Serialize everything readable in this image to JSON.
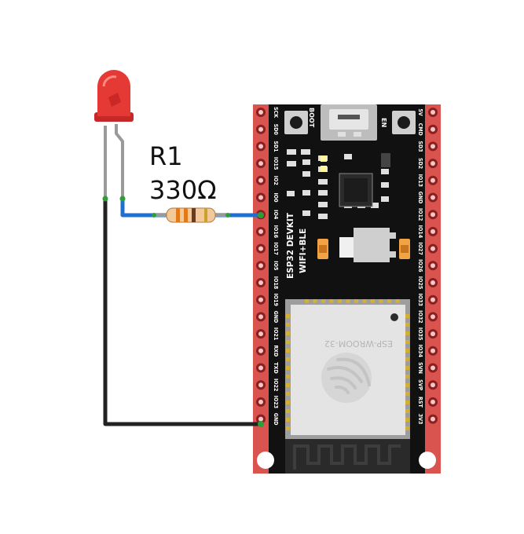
{
  "resistor": {
    "name": "R1",
    "value": "330Ω",
    "bands": [
      "#e07a1a",
      "#e07a1a",
      "#6b3b1e",
      "#c9a227"
    ]
  },
  "board": {
    "name": "ESP32 DEVKIT",
    "subtitle": "WIFI+BLE",
    "module": "ESP-WROOM-32",
    "boot_label": "BOOT",
    "en_label": "EN",
    "left_pins": [
      "SCK",
      "SD0",
      "SD1",
      "IO15",
      "IO2",
      "IO0",
      "IO4",
      "IO16",
      "IO17",
      "IO5",
      "IO18",
      "IO19",
      "GND",
      "IO21",
      "RXD",
      "TXD",
      "IO22",
      "IO23",
      "GND"
    ],
    "right_pins": [
      "5V",
      "CMD",
      "SD3",
      "SD2",
      "IO13",
      "GND",
      "IO12",
      "IO14",
      "IO27",
      "IO26",
      "IO25",
      "IO33",
      "IO32",
      "IO35",
      "IO34",
      "SVN",
      "SVP",
      "RST",
      "3V3"
    ]
  },
  "colors": {
    "board": "#111111",
    "header": "#d9534f",
    "led": "#e53935",
    "wire_signal": "#1e6fd0",
    "wire_ground": "#222222",
    "wire_end": "#2e9d3a",
    "leg": "#9a9a9a"
  }
}
